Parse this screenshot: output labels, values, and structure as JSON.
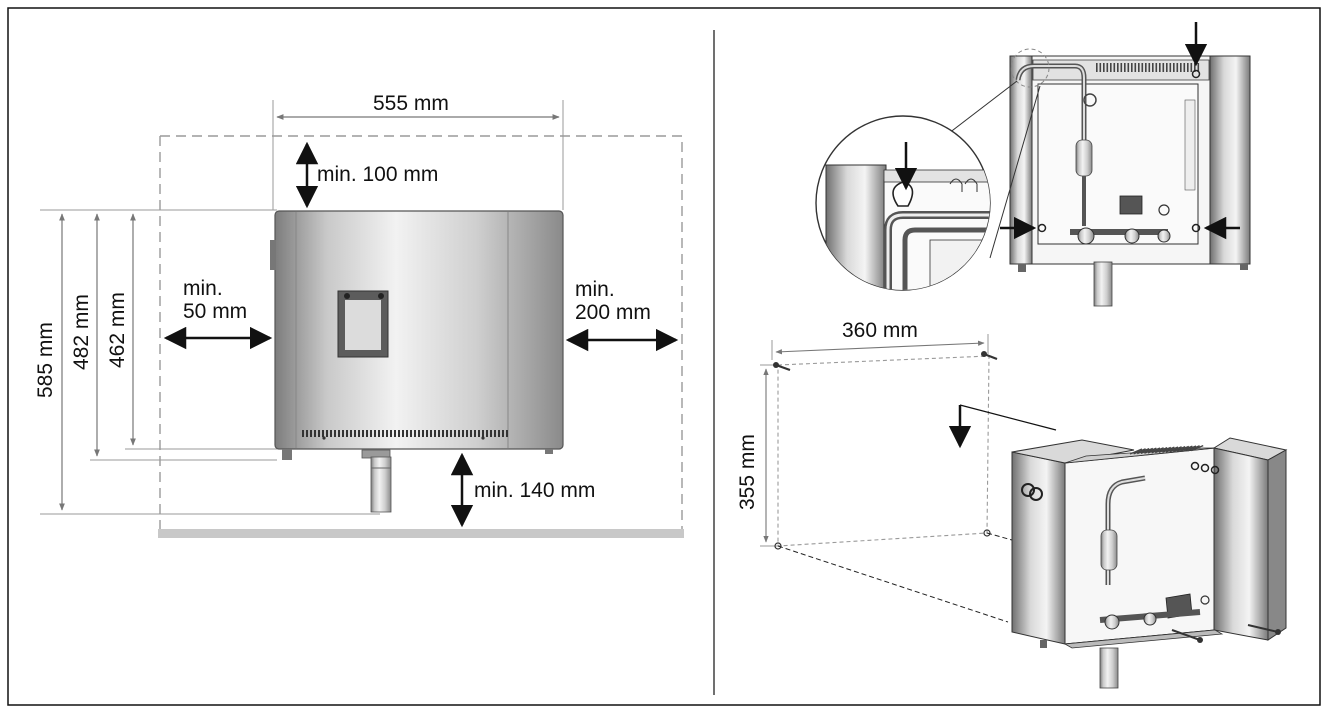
{
  "left_panel": {
    "width_label": "555 mm",
    "top_clearance_label": "min. 100 mm",
    "left_clearance_line1": "min.",
    "left_clearance_line2": "50 mm",
    "right_clearance_line1": "min.",
    "right_clearance_line2": "200 mm",
    "bottom_clearance_label": "min. 140 mm",
    "height_total_label": "585 mm",
    "height_body_label": "482 mm",
    "height_mount_label": "462 mm"
  },
  "right_panel": {
    "hole_spacing_width_label": "360 mm",
    "hole_spacing_height_label": "355 mm"
  },
  "colors": {
    "line": "#111111",
    "dashed": "#9a9a9a",
    "floor": "#c8c8c8",
    "steel_light": "#e9e9e9",
    "steel_dark": "#8a8a8a"
  }
}
